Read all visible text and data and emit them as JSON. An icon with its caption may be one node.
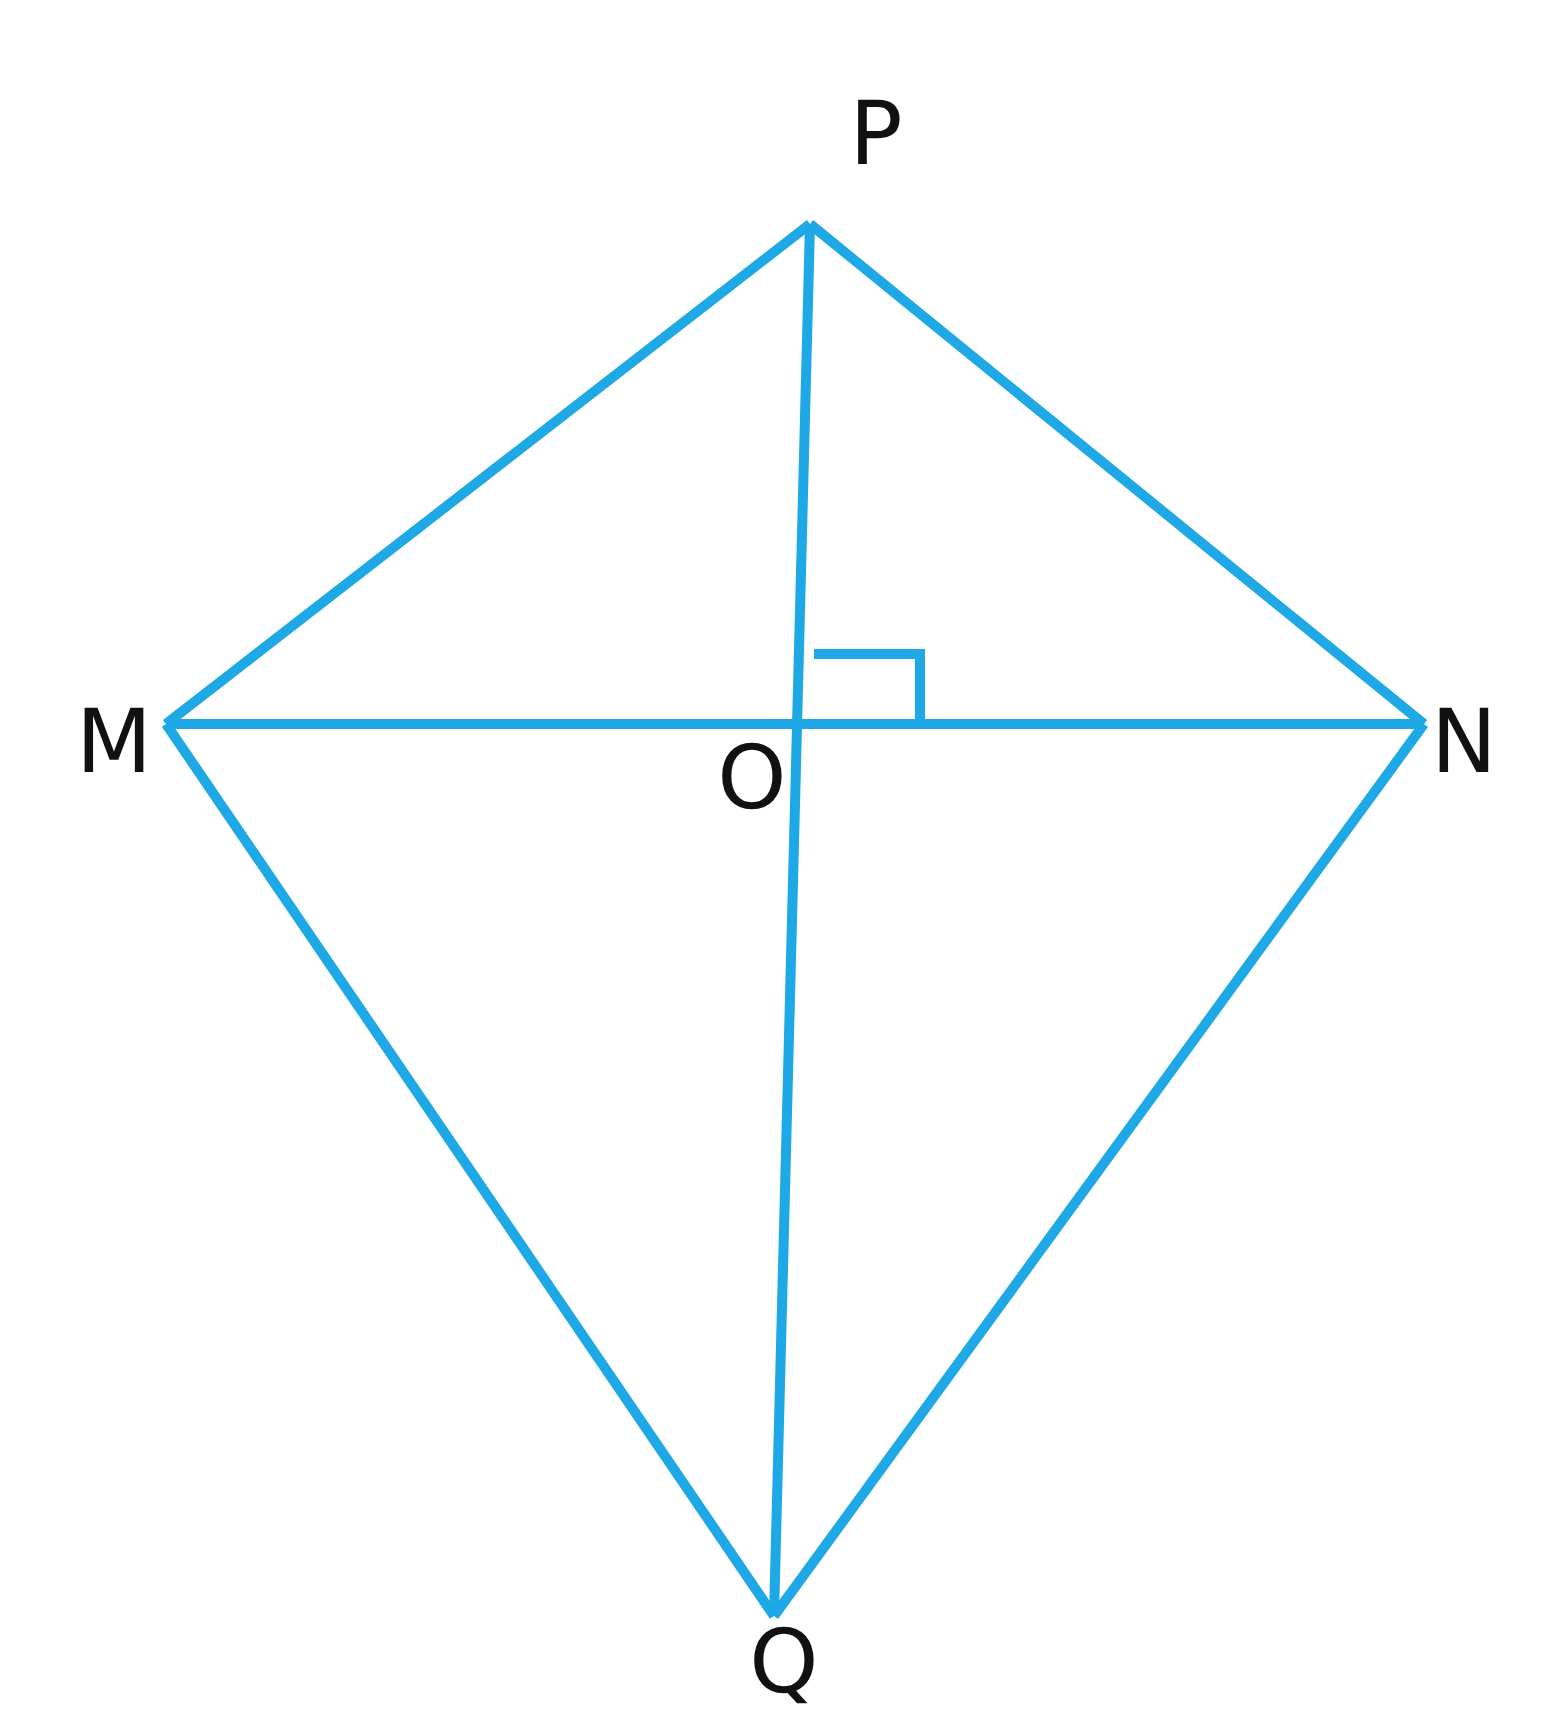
{
  "diagram": {
    "nodes": [
      {
        "text": [
          "P"
        ]
      },
      {
        "text": [
          "M"
        ]
      },
      {
        "text": [
          "N"
        ]
      },
      {
        "text": [
          "Q"
        ]
      }
    ],
    "edges": [
      {
        "from": 0,
        "to": 1,
        "arrow": "none"
      },
      {
        "from": 0,
        "to": 2,
        "arrow": "none"
      },
      {
        "from": 1,
        "to": 2,
        "arrow": "none"
      },
      {
        "from": 0,
        "to": 3,
        "arrow": "none"
      },
      {
        "from": 1,
        "to": 3,
        "arrow": "none"
      },
      {
        "from": 2,
        "to": 3,
        "arrow": "none"
      }
    ],
    "labels": [
      "O"
    ]
  }
}
